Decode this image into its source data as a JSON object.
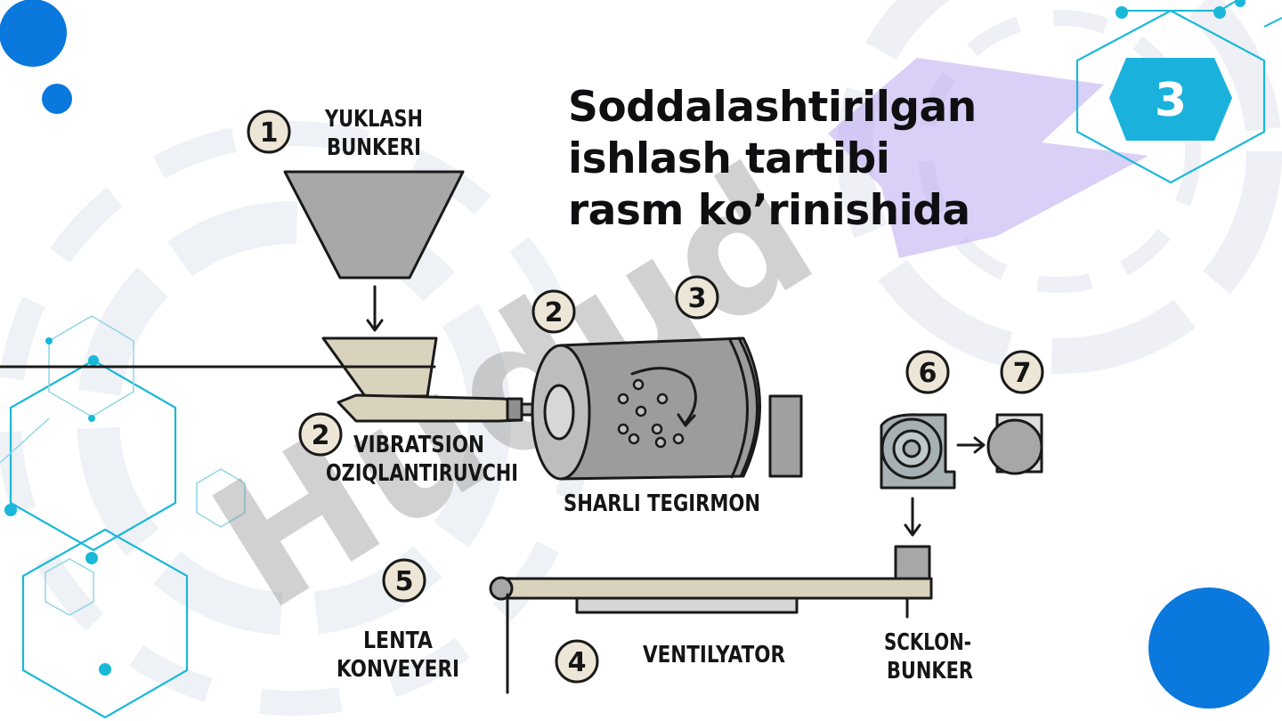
{
  "title": {
    "line1": "Soddalashtirilgan",
    "line2": "ishlash tartibi",
    "line3": "rasm ko’rinishida"
  },
  "slide_badge": "3",
  "watermark": "Hudud",
  "components": [
    {
      "number": "1",
      "label_line1": "YUKLASH",
      "label_line2": "BUNKERI"
    },
    {
      "number": "2",
      "label_line1": "VIBRATSION",
      "label_line2": "OZIQLANTIRUVCHI"
    },
    {
      "number": "2",
      "label_line1": "",
      "label_line2": ""
    },
    {
      "number": "3",
      "label_line1": "SHARLI TEGIRMON",
      "label_line2": ""
    },
    {
      "number": "4",
      "label_line1": "VENTILYATOR",
      "label_line2": ""
    },
    {
      "number": "5",
      "label_line1": "LENTA",
      "label_line2": "KONVEYERI"
    },
    {
      "number": "6",
      "label_line1": "SCKLON-",
      "label_line2": "BUNKER"
    },
    {
      "number": "7",
      "label_line1": "",
      "label_line2": ""
    }
  ],
  "colors": {
    "accent_blue": "#0a78dc",
    "accent_cyan": "#1ab8d8",
    "badge_fill": "#1ab2dc",
    "purple": "#b8a4ee",
    "metal": "#a7a7a7",
    "beige": "#d9d2bd"
  }
}
